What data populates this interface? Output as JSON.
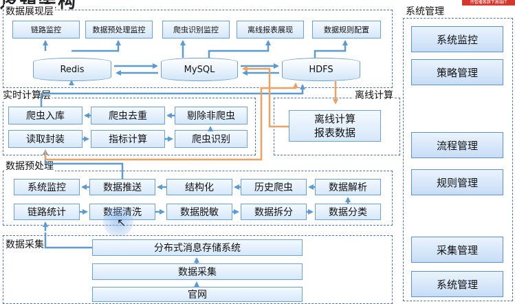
{
  "header": {
    "title": "逻辑架构",
    "badge": "传智播客旗下高端IT"
  },
  "layers": {
    "display": "数据展现层",
    "realtime": "实时计算层",
    "offline": "离线计算",
    "preprocess": "数据预处理",
    "collect": "数据采集",
    "system": "系统管理"
  },
  "display_boxes": [
    "链路监控",
    "数据预处理监控",
    "爬虫识别监控",
    "离线报表展现",
    "数据规则配置"
  ],
  "stores": [
    "Redis",
    "MySQL",
    "HDFS"
  ],
  "realtime_boxes": [
    "爬虫入库",
    "爬虫去重",
    "剔除非爬虫",
    "读取封装",
    "指标计算",
    "爬虫识别"
  ],
  "offline_box": [
    "离线计算",
    "报表数据"
  ],
  "preprocess_row1": [
    "系统监控",
    "数据推送",
    "结构化",
    "历史爬虫",
    "数据解析"
  ],
  "preprocess_row2": [
    "链路统计",
    "数据清洗",
    "数据脱敏",
    "数据拆分",
    "数据分类"
  ],
  "collect_boxes": [
    "分布式消息存储系统",
    "数据采集",
    "官网"
  ],
  "system_boxes": [
    "系统监控",
    "策略管理",
    "流程管理",
    "规则管理",
    "采集管理",
    "系统管理"
  ],
  "colors": {
    "accent_blue": "#5b9bd5",
    "arrow_orange": "#f0a060",
    "border": "#4a72b0"
  }
}
